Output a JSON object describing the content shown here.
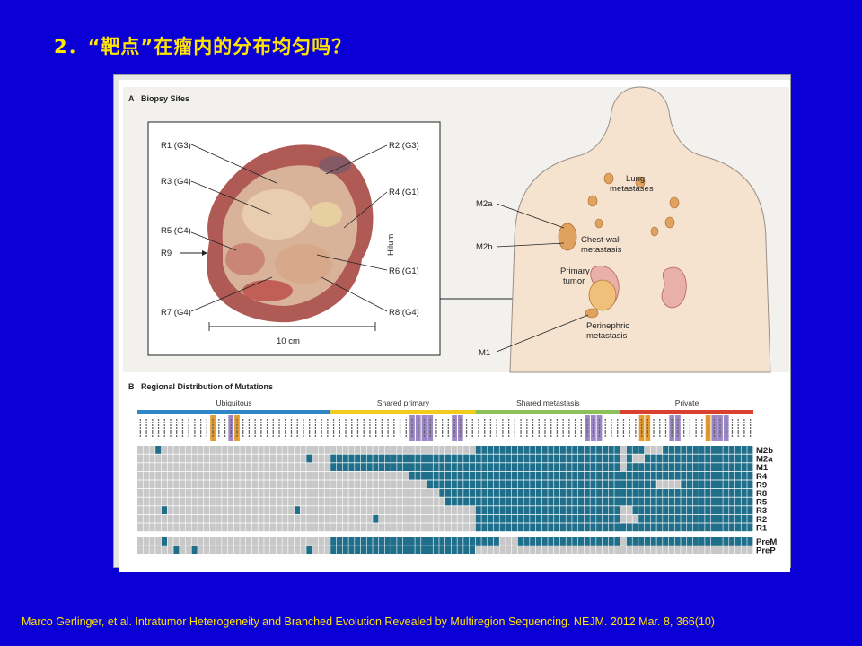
{
  "slide": {
    "title": "2．“靶点”在瘤内的分布均匀吗？",
    "citation": "Marco Gerlinger, et al. Intratumor Heterogeneity and Branched Evolution Revealed by Multiregion Sequencing. NEJM. 2012 Mar. 8, 366(10)"
  },
  "panel_a": {
    "letter": "A",
    "heading": "Biopsy Sites",
    "tumor_labels": [
      "R1 (G3)",
      "R2 (G3)",
      "R3 (G4)",
      "R4 (G1)",
      "R5 (G4)",
      "R9",
      "R6 (G1)",
      "R7 (G4)",
      "R8 (G4)"
    ],
    "hilum": "Hilum",
    "scale": "10 cm",
    "body_labels": {
      "lung": [
        "Lung",
        "metastases"
      ],
      "m2a": "M2a",
      "m2b": "M2b",
      "chest": [
        "Chest-wall",
        "metastasis"
      ],
      "primary": [
        "Primary",
        "tumor"
      ],
      "peri": [
        "Perinephric",
        "metastasis"
      ],
      "m1": "M1"
    }
  },
  "panel_b": {
    "letter": "B",
    "heading": "Regional Distribution of Mutations",
    "groups": [
      {
        "label": "Ubiquitous",
        "color": "#2f86c6"
      },
      {
        "label": "Shared primary",
        "color": "#f1cb1d"
      },
      {
        "label": "Shared metastasis",
        "color": "#8dc05a"
      },
      {
        "label": "Private",
        "color": "#d9402f"
      }
    ],
    "rows": [
      "M2b",
      "M2a",
      "M1",
      "R4",
      "R9",
      "R8",
      "R5",
      "R3",
      "R2",
      "R1"
    ],
    "pre_rows": [
      "PreM",
      "PreP"
    ],
    "colors": {
      "mutated": "#1f6f8b",
      "absent": "#c8c8c8",
      "label_purple": "#9b86c6",
      "label_orange": "#e39a2e"
    }
  }
}
